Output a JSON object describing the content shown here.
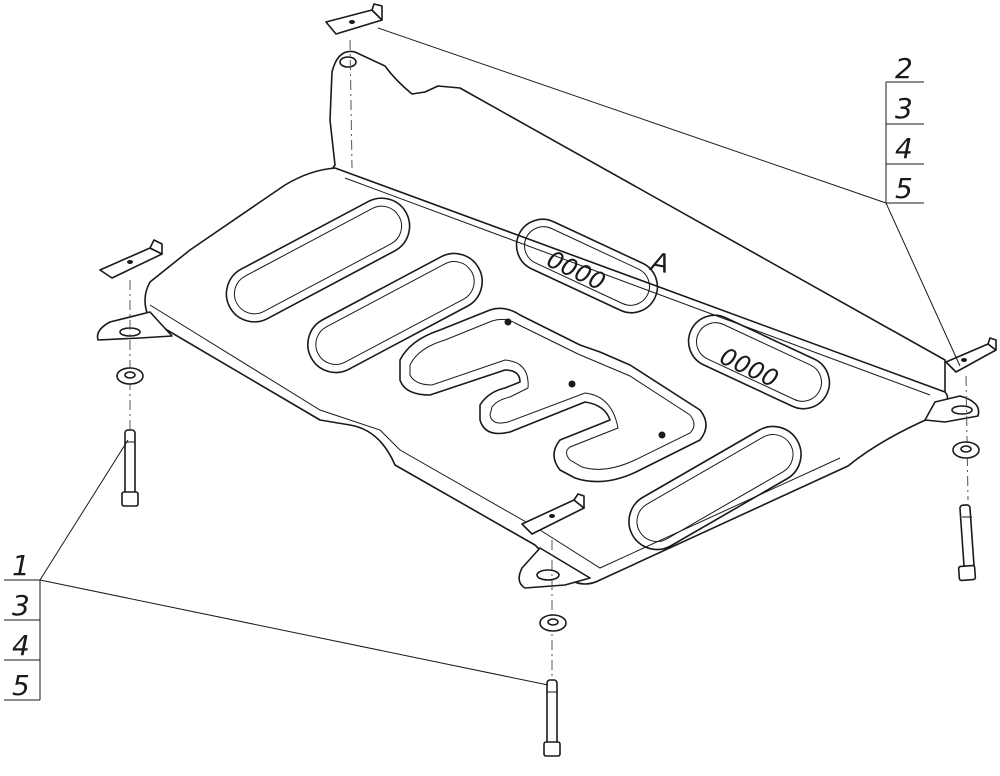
{
  "callout_right": {
    "numbers": [
      "2",
      "3",
      "4",
      "5"
    ]
  },
  "callout_left": {
    "numbers": [
      "1",
      "3",
      "4",
      "5"
    ]
  },
  "plate_mark": {
    "letter": "A"
  },
  "slot_marks": {
    "upper": "0000",
    "lower": "0000"
  },
  "colors": {
    "ink": "#1a1a1a",
    "background": "#ffffff"
  }
}
